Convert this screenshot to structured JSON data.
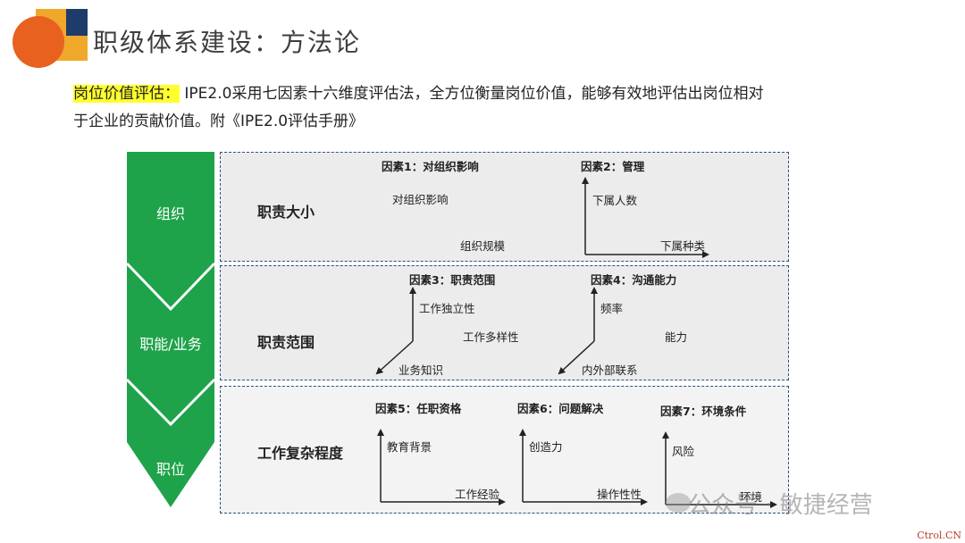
{
  "title": "职级体系建设：方法论",
  "intro": {
    "highlight": "岗位价值评估：",
    "line1": " IPE2.0采用七因素十六维度评估法，全方位衡量岗位价值，能够有效地评估出岗位相对",
    "line2": "于企业的贡献价值。附《IPE2.0评估手册》"
  },
  "levels": [
    "组织",
    "职能/业务",
    "职位"
  ],
  "panels": [
    {
      "dimension": "职责大小",
      "factors": [
        {
          "title": "因素1：对组织影响",
          "labels": [
            "对组织影响",
            "组织规模"
          ]
        },
        {
          "title": "因素2：管理",
          "labels": [
            "下属人数",
            "下属种类"
          ]
        }
      ]
    },
    {
      "dimension": "职责范围",
      "factors": [
        {
          "title": "因素3：职责范围",
          "labels": [
            "工作独立性",
            "工作多样性",
            "业务知识"
          ]
        },
        {
          "title": "因素4：沟通能力",
          "labels": [
            "频率",
            "能力",
            "内外部联系"
          ]
        }
      ]
    },
    {
      "dimension": "工作复杂程度",
      "factors": [
        {
          "title": "因素5：任职资格",
          "labels": [
            "教育背景",
            "工作经验"
          ]
        },
        {
          "title": "因素6：问题解决",
          "labels": [
            "创造力",
            "操作性性"
          ]
        },
        {
          "title": "因素7：环境条件",
          "labels": [
            "风险",
            "环境"
          ]
        }
      ]
    }
  ],
  "watermark": "公众号 · 敏捷经营",
  "credit": "Ctrol.CN",
  "colors": {
    "ribbon": "#1fa34a",
    "highlight": "#ffff2e",
    "panel_border": "#2f4e86",
    "logo_orange": "#e8611f",
    "logo_amber": "#f0a82a",
    "logo_navy": "#1d3c69"
  }
}
